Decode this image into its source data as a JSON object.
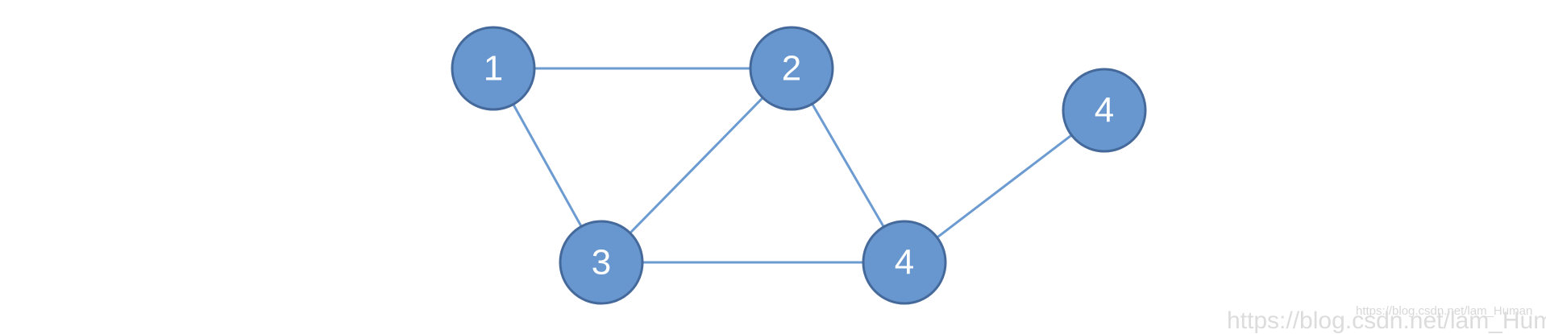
{
  "diagram": {
    "type": "undirected-graph",
    "colors": {
      "node_fill": "#6897cf",
      "node_stroke": "#44699a",
      "edge": "#6c9bd2",
      "label": "#ffffff"
    },
    "nodes": [
      {
        "id": "n1",
        "label": "1"
      },
      {
        "id": "n2",
        "label": "2"
      },
      {
        "id": "n3",
        "label": "3"
      },
      {
        "id": "n4a",
        "label": "4"
      },
      {
        "id": "n4b",
        "label": "4"
      }
    ],
    "edges": [
      {
        "from": "n1",
        "to": "n2"
      },
      {
        "from": "n1",
        "to": "n3"
      },
      {
        "from": "n2",
        "to": "n3"
      },
      {
        "from": "n2",
        "to": "n4a"
      },
      {
        "from": "n3",
        "to": "n4a"
      },
      {
        "from": "n4a",
        "to": "n4b"
      }
    ]
  },
  "watermark": {
    "small_text": "https://blog.csdn.net/lam_Human",
    "large_text": "https://blog.csdn.net/lam_Hum"
  }
}
